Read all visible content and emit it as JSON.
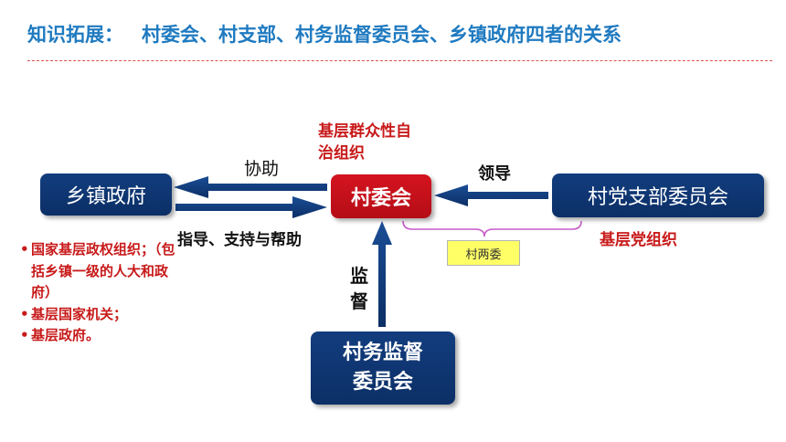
{
  "title": {
    "main": "知识拓展：",
    "sub": "村委会、村支部、村务监督委员会、乡镇政府四者的关系"
  },
  "nodes": {
    "town_gov": "乡镇政府",
    "village_committee": "村委会",
    "party_branch": "村党支部委员会",
    "supervision_line1": "村务监督",
    "supervision_line2": "委员会"
  },
  "annotations": {
    "vc_type_line1": "基层群众性自",
    "vc_type_line2": "治组织",
    "party_type": "基层党组织",
    "two_committees": "村两委"
  },
  "edges": {
    "assist": "协助",
    "guide_support": "指导、支持与帮助",
    "lead": "领导",
    "supervise": "监督"
  },
  "town_notes": [
    "国家基层政权组织；（包括乡镇一级的人大和政府）",
    "基层国家机关；",
    "基层政府。"
  ],
  "colors": {
    "title": "#1f7ac0",
    "navy": "#123d7e",
    "red": "#c81a1a",
    "box_red": "#d4141f",
    "brace": "#c95ac9",
    "tag": "#ffff66"
  }
}
